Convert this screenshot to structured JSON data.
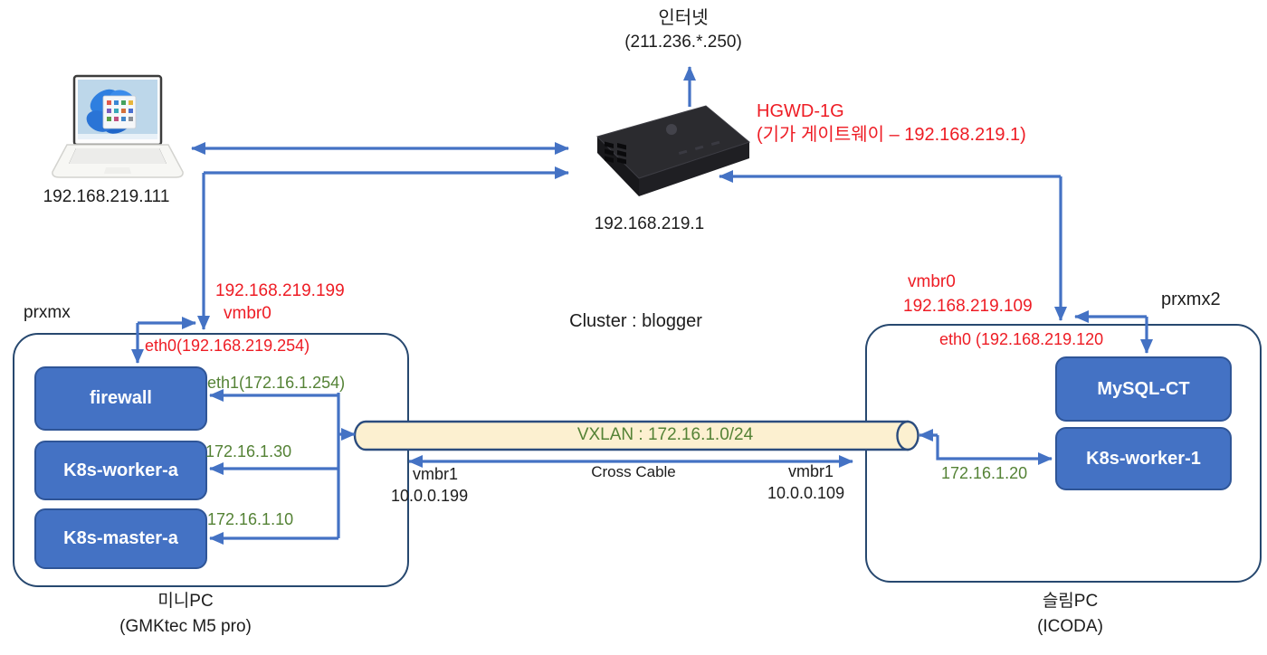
{
  "internet": {
    "label": "인터넷",
    "ip": "(211.236.*.250)"
  },
  "gateway": {
    "model": "HGWD-1G",
    "desc": "(기가 게이트웨이 – 192.168.219.1)",
    "ip": "192.168.219.1"
  },
  "client_pc": {
    "ip": "192.168.219.111"
  },
  "cluster": {
    "label": "Cluster : blogger"
  },
  "left_node": {
    "hostname": "prxmx",
    "uplink_ip": "192.168.219.199",
    "uplink_if": "vmbr0",
    "eth0": "eth0(192.168.219.254)",
    "eth1": "eth1(172.16.1.254)",
    "vms": [
      "firewall",
      "K8s-worker-a",
      "K8s-master-a"
    ],
    "worker_ip": "172.16.1.30",
    "master_ip": "172.16.1.10",
    "vxlan_if": "vmbr1",
    "vxlan_ip": "10.0.0.199",
    "caption_line1": "미니PC",
    "caption_line2": "(GMKtec M5 pro)"
  },
  "right_node": {
    "hostname": "prxmx2",
    "uplink_if": "vmbr0",
    "uplink_ip": "192.168.219.109",
    "eth0": "eth0 (192.168.219.120",
    "vms": [
      "MySQL-CT",
      "K8s-worker-1"
    ],
    "worker_ip": "172.16.1.20",
    "vxlan_if": "vmbr1",
    "vxlan_ip": "10.0.0.109",
    "caption_line1": "슬림PC",
    "caption_line2": "(ICODA)"
  },
  "vxlan": {
    "label": "VXLAN : 172.16.1.0/24",
    "cable_label": "Cross Cable"
  },
  "colors": {
    "line": "#4472c4",
    "red": "#ee1c24",
    "green": "#548235",
    "navy": "#27486f",
    "vm_fill": "#4472c4",
    "tube_fill": "#fcf0d0"
  }
}
